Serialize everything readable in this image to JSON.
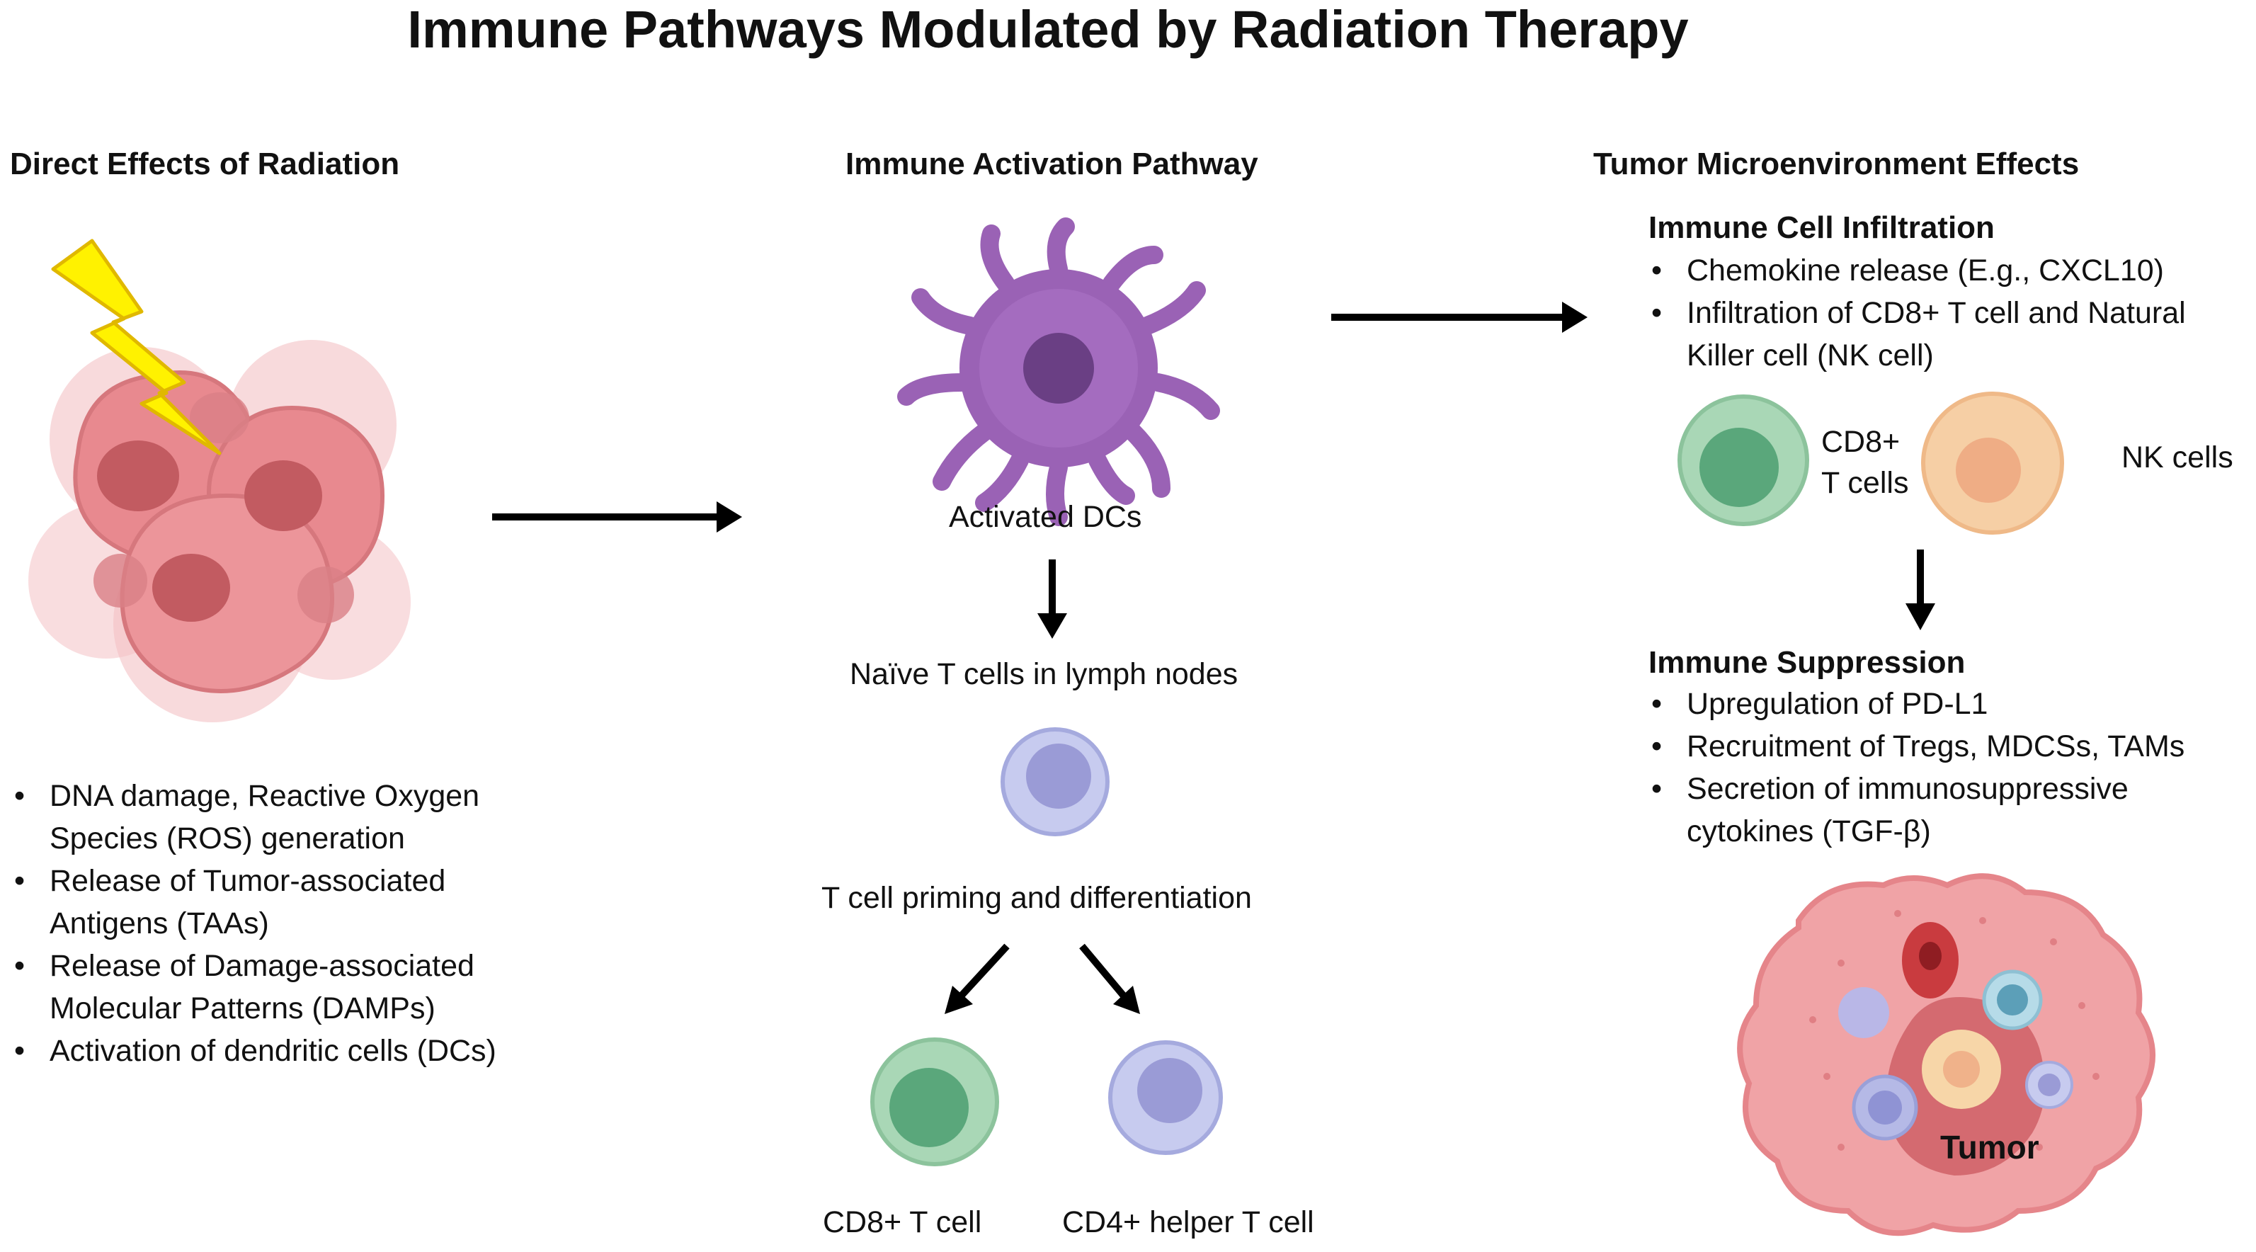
{
  "title": "Immune Pathways Modulated by Radiation Therapy",
  "columns": {
    "direct": {
      "heading": "Direct Effects of Radiation",
      "bullets": [
        "DNA damage, Reactive Oxygen Species (ROS) generation",
        "Release of Tumor-associated Antigens (TAAs)",
        "Release of Damage-associated Molecular Patterns (DAMPs)",
        "Activation of dendritic cells (DCs)"
      ]
    },
    "activation": {
      "heading": "Immune Activation Pathway",
      "activated_dcs": "Activated DCs",
      "naive_t": "Naïve T cells in lymph nodes",
      "priming": "T cell priming and differentiation",
      "cd8": "CD8+ T cell",
      "cd4": "CD4+ helper T cell"
    },
    "tme": {
      "heading": "Tumor Microenvironment Effects",
      "infiltration": {
        "heading": "Immune Cell Infiltration",
        "bullets": [
          "Chemokine release (E.g., CXCL10)",
          "Infiltration of CD8+ T cell and Natural Killer cell (NK cell)"
        ],
        "cd8_label_line1": "CD8+",
        "cd8_label_line2": "T cells",
        "nk_label": "NK cells"
      },
      "suppression": {
        "heading": "Immune Suppression",
        "bullets": [
          "Upregulation of PD-L1",
          "Recruitment of Tregs, MDCSs, TAMs",
          "Secretion of immunosuppressive cytokines (TGF-β)"
        ]
      },
      "tumor_label": "Tumor"
    }
  },
  "colors": {
    "cancer_cell": "#e8898f",
    "cancer_nucleus": "#c25b61",
    "lightning": "#fff200",
    "dendritic_cell": "#9a62b5",
    "dendritic_nucleus": "#6a3f84",
    "t_cell_blue": "#b5b9e6",
    "t_cell_blue_nucleus": "#9a9bd6",
    "t_cell_green": "#9fd0ad",
    "t_cell_green_nucleus": "#5aa77b",
    "nk_cell": "#f6cfa5",
    "nk_nucleus": "#efad85",
    "arrow": "#000000"
  }
}
